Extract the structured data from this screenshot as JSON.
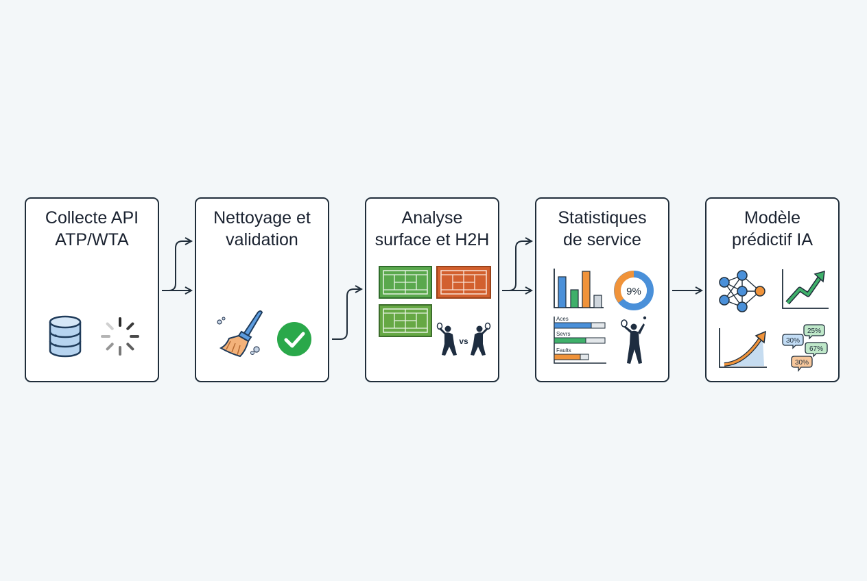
{
  "steps": [
    {
      "title_line1": "Collecte API",
      "title_line2": "ATP/WTA"
    },
    {
      "title_line1": "Nettoyage et",
      "title_line2": "validation"
    },
    {
      "title_line1": "Analyse",
      "title_line2": "surface et H2H"
    },
    {
      "title_line1": "Statistiques",
      "title_line2": "de service"
    },
    {
      "title_line1": "Modèle",
      "title_line2": "prédictif IA"
    }
  ],
  "analyse": {
    "vs_label": "vs"
  },
  "service": {
    "donut_label": "9%",
    "bar_labels": [
      "Aces",
      "Sevrs",
      "Faults"
    ]
  },
  "model": {
    "bubble_labels": [
      "25%",
      "30%",
      "67%",
      "30%"
    ]
  },
  "colors": {
    "border": "#1f2d3a",
    "blue": "#4a90d9",
    "green": "#2aa84a",
    "orange": "#f0933a",
    "grass": "#5aa84d",
    "clay": "#d2602e"
  }
}
